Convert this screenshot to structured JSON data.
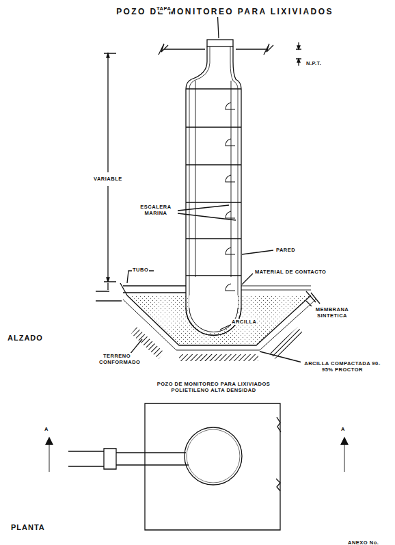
{
  "diagram": {
    "title": "POZO DE MONITOREO PARA LIXIVIADOS",
    "labels": [
      "TAPA",
      "N.P.T.",
      "VARIABLE",
      "ESCALERA MARINA",
      "PARED",
      "TUBO",
      "MATERIAL DE CONTACTO",
      "MEMBRANA SINTETICA",
      "ARCILLA",
      "ALZADO",
      "TERRENO CONFORMADO",
      "ARCILLA COMPACTADA 90-95% PROCTOR",
      "POZO DE MONITOREO PARA LIXIVIADOS POLIETILENO ALTA DENSIDAD",
      "A",
      "A",
      "PLANTA",
      "ANEXO No."
    ]
  }
}
